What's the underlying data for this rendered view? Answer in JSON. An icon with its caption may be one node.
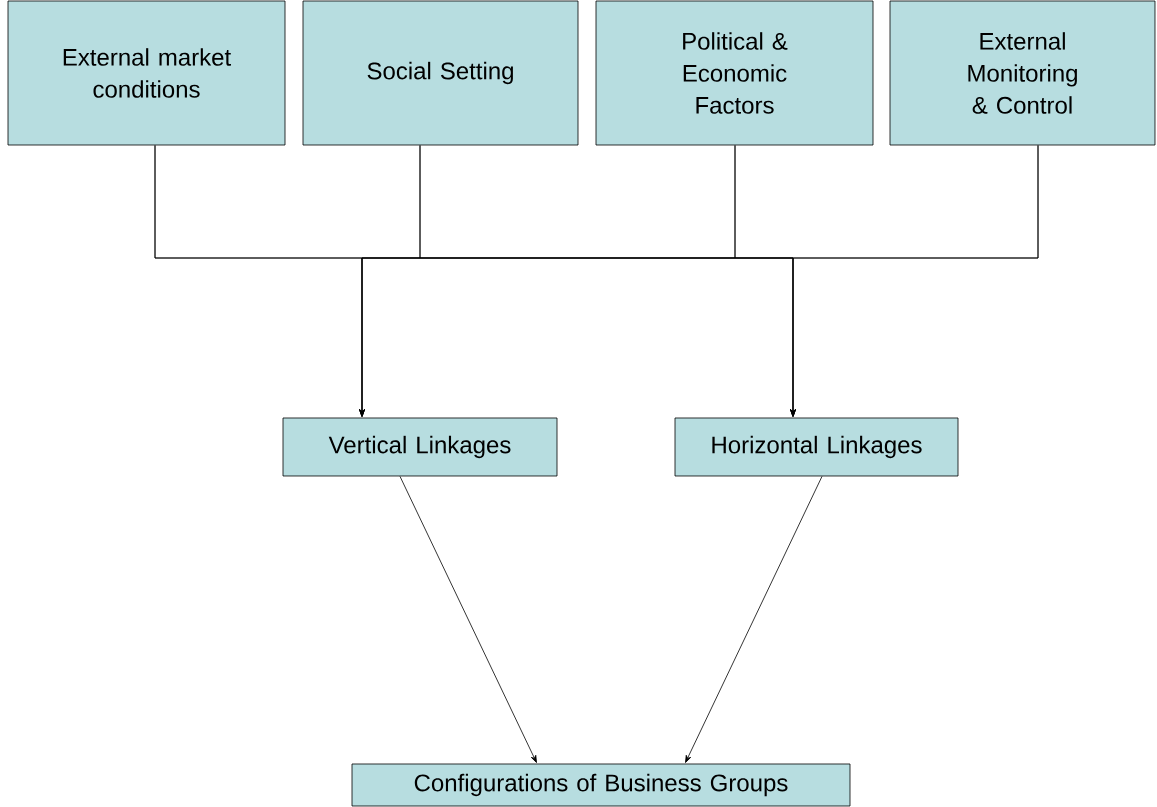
{
  "diagram": {
    "nodes": [
      {
        "text": [
          "External market conditions"
        ]
      },
      {
        "text": [
          "Social Setting"
        ]
      },
      {
        "text": [
          "Political & Economic Factors"
        ]
      },
      {
        "text": [
          "External Monitoring & Control"
        ]
      },
      {
        "text": [
          "Vertical Linkages"
        ]
      },
      {
        "text": [
          "Horizontal Linkages"
        ]
      },
      {
        "text": [
          "Configurations of Business Groups"
        ]
      }
    ],
    "edges": [
      {
        "from": 0,
        "to": 4,
        "arrow": "to"
      },
      {
        "from": 1,
        "to": 4,
        "arrow": "to"
      },
      {
        "from": 2,
        "to": 4,
        "arrow": "to"
      },
      {
        "from": 3,
        "to": 4,
        "arrow": "to"
      },
      {
        "from": 0,
        "to": 5,
        "arrow": "to"
      },
      {
        "from": 1,
        "to": 5,
        "arrow": "to"
      },
      {
        "from": 2,
        "to": 5,
        "arrow": "to"
      },
      {
        "from": 3,
        "to": 5,
        "arrow": "to"
      },
      {
        "from": 4,
        "to": 6,
        "arrow": "to"
      },
      {
        "from": 5,
        "to": 6,
        "arrow": "to"
      }
    ]
  }
}
